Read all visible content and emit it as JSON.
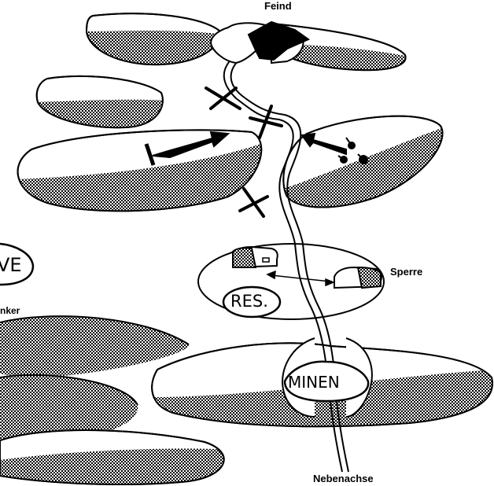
{
  "labels": {
    "feind": "Feind",
    "sperre": "Sperre",
    "nebenachse": "Nebenachse",
    "res": "RES.",
    "minen": "MINEN",
    "ve_fragment": "VE",
    "bunker_fragment": "nker"
  },
  "colors": {
    "ink": "#000000",
    "paper": "#ffffff"
  }
}
